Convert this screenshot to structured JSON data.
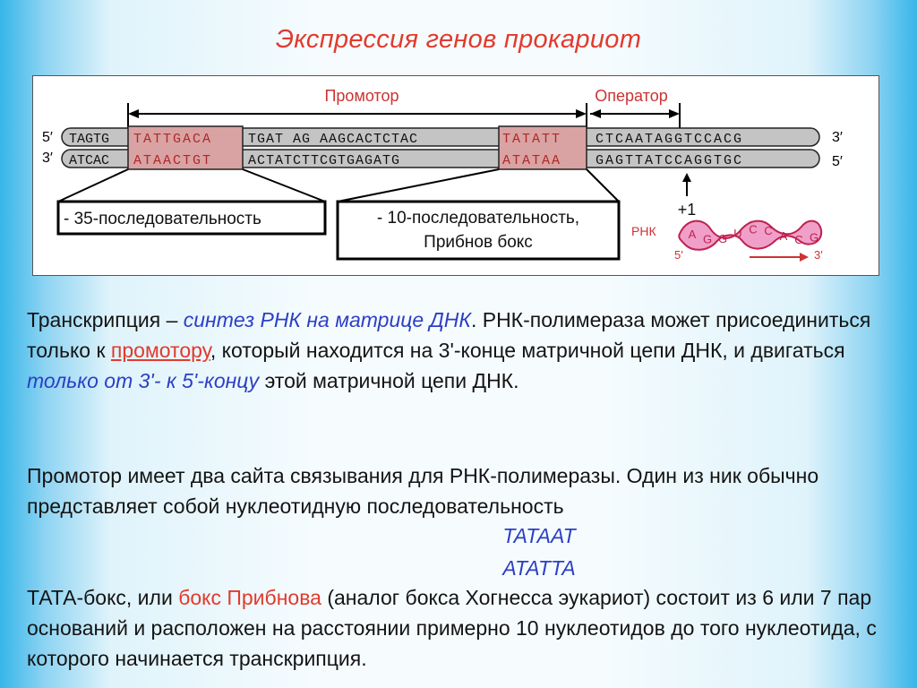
{
  "title": "Экспрессия генов прокариот",
  "figure": {
    "promoter_label": "Промотор",
    "operator_label": "Оператор",
    "five_prime_top": "5′",
    "three_prime_bottom": "3′",
    "three_prime_top_right": "3′",
    "five_prime_bottom_right": "5′",
    "top_strand": {
      "seg1": "TAGTG",
      "box35": "TATTGACA",
      "seg2": "TGAT AG AAGCACTCTAC",
      "box10": "TATATT",
      "seg3": "CTCAATAGGTCCACG"
    },
    "bottom_strand": {
      "seg1": "ATCAC",
      "box35": "ATAACTGT",
      "seg2": "ACTATCTTCGTGAGATG",
      "box10": "ATATAA",
      "seg3": "GAGTTATCCAGGTGC"
    },
    "box35_label": "- 35-последовательность",
    "box10_label_line1": "- 10-последовательность,",
    "box10_label_line2": "Прибнов бокс",
    "plus_one": "+1",
    "rna_label": "РНК",
    "rna_letters": [
      "A",
      "G",
      "G",
      "U",
      "C",
      "C",
      "A",
      "C",
      "G"
    ],
    "rna_5": "5′",
    "rna_3": "3′"
  },
  "para1": {
    "t1": "Транскрипция – ",
    "t2": "синтез РНК на матрице ДНК",
    "t3": ". РНК-полимераза может присоединиться только к ",
    "t4": "промотору",
    "t5": ", который находится на 3'-конце матричной цепи ДНК, и двигаться ",
    "t6": "только от 3'- к 5'-концу",
    "t7": " этой матричной цепи ДНК."
  },
  "para2": "Промотор имеет два сайта связывания для РНК-полимеразы. Один из ник обычно представляет собой нуклеотидную последовательность",
  "seq1": "TATAAT",
  "seq2": "ATATTA",
  "para3": {
    "t1": "ТАТА-бокс, или ",
    "t2": "бокс Прибнова",
    "t3": " (аналог бокса Хогнесса эукариот) состоит из 6 или 7 пар оснований и расположен на расстоянии примерно 10 нуклеотидов до того нуклеотида, с которого начинается транскрипция."
  },
  "colors": {
    "title": "#e23a2d",
    "accent_blue": "#2c3fc5",
    "strand_gray": "#c4c4c4",
    "box_fill": "#d9a3a3",
    "rna_fill": "#f0a0c8",
    "label_red": "#cc3333"
  }
}
